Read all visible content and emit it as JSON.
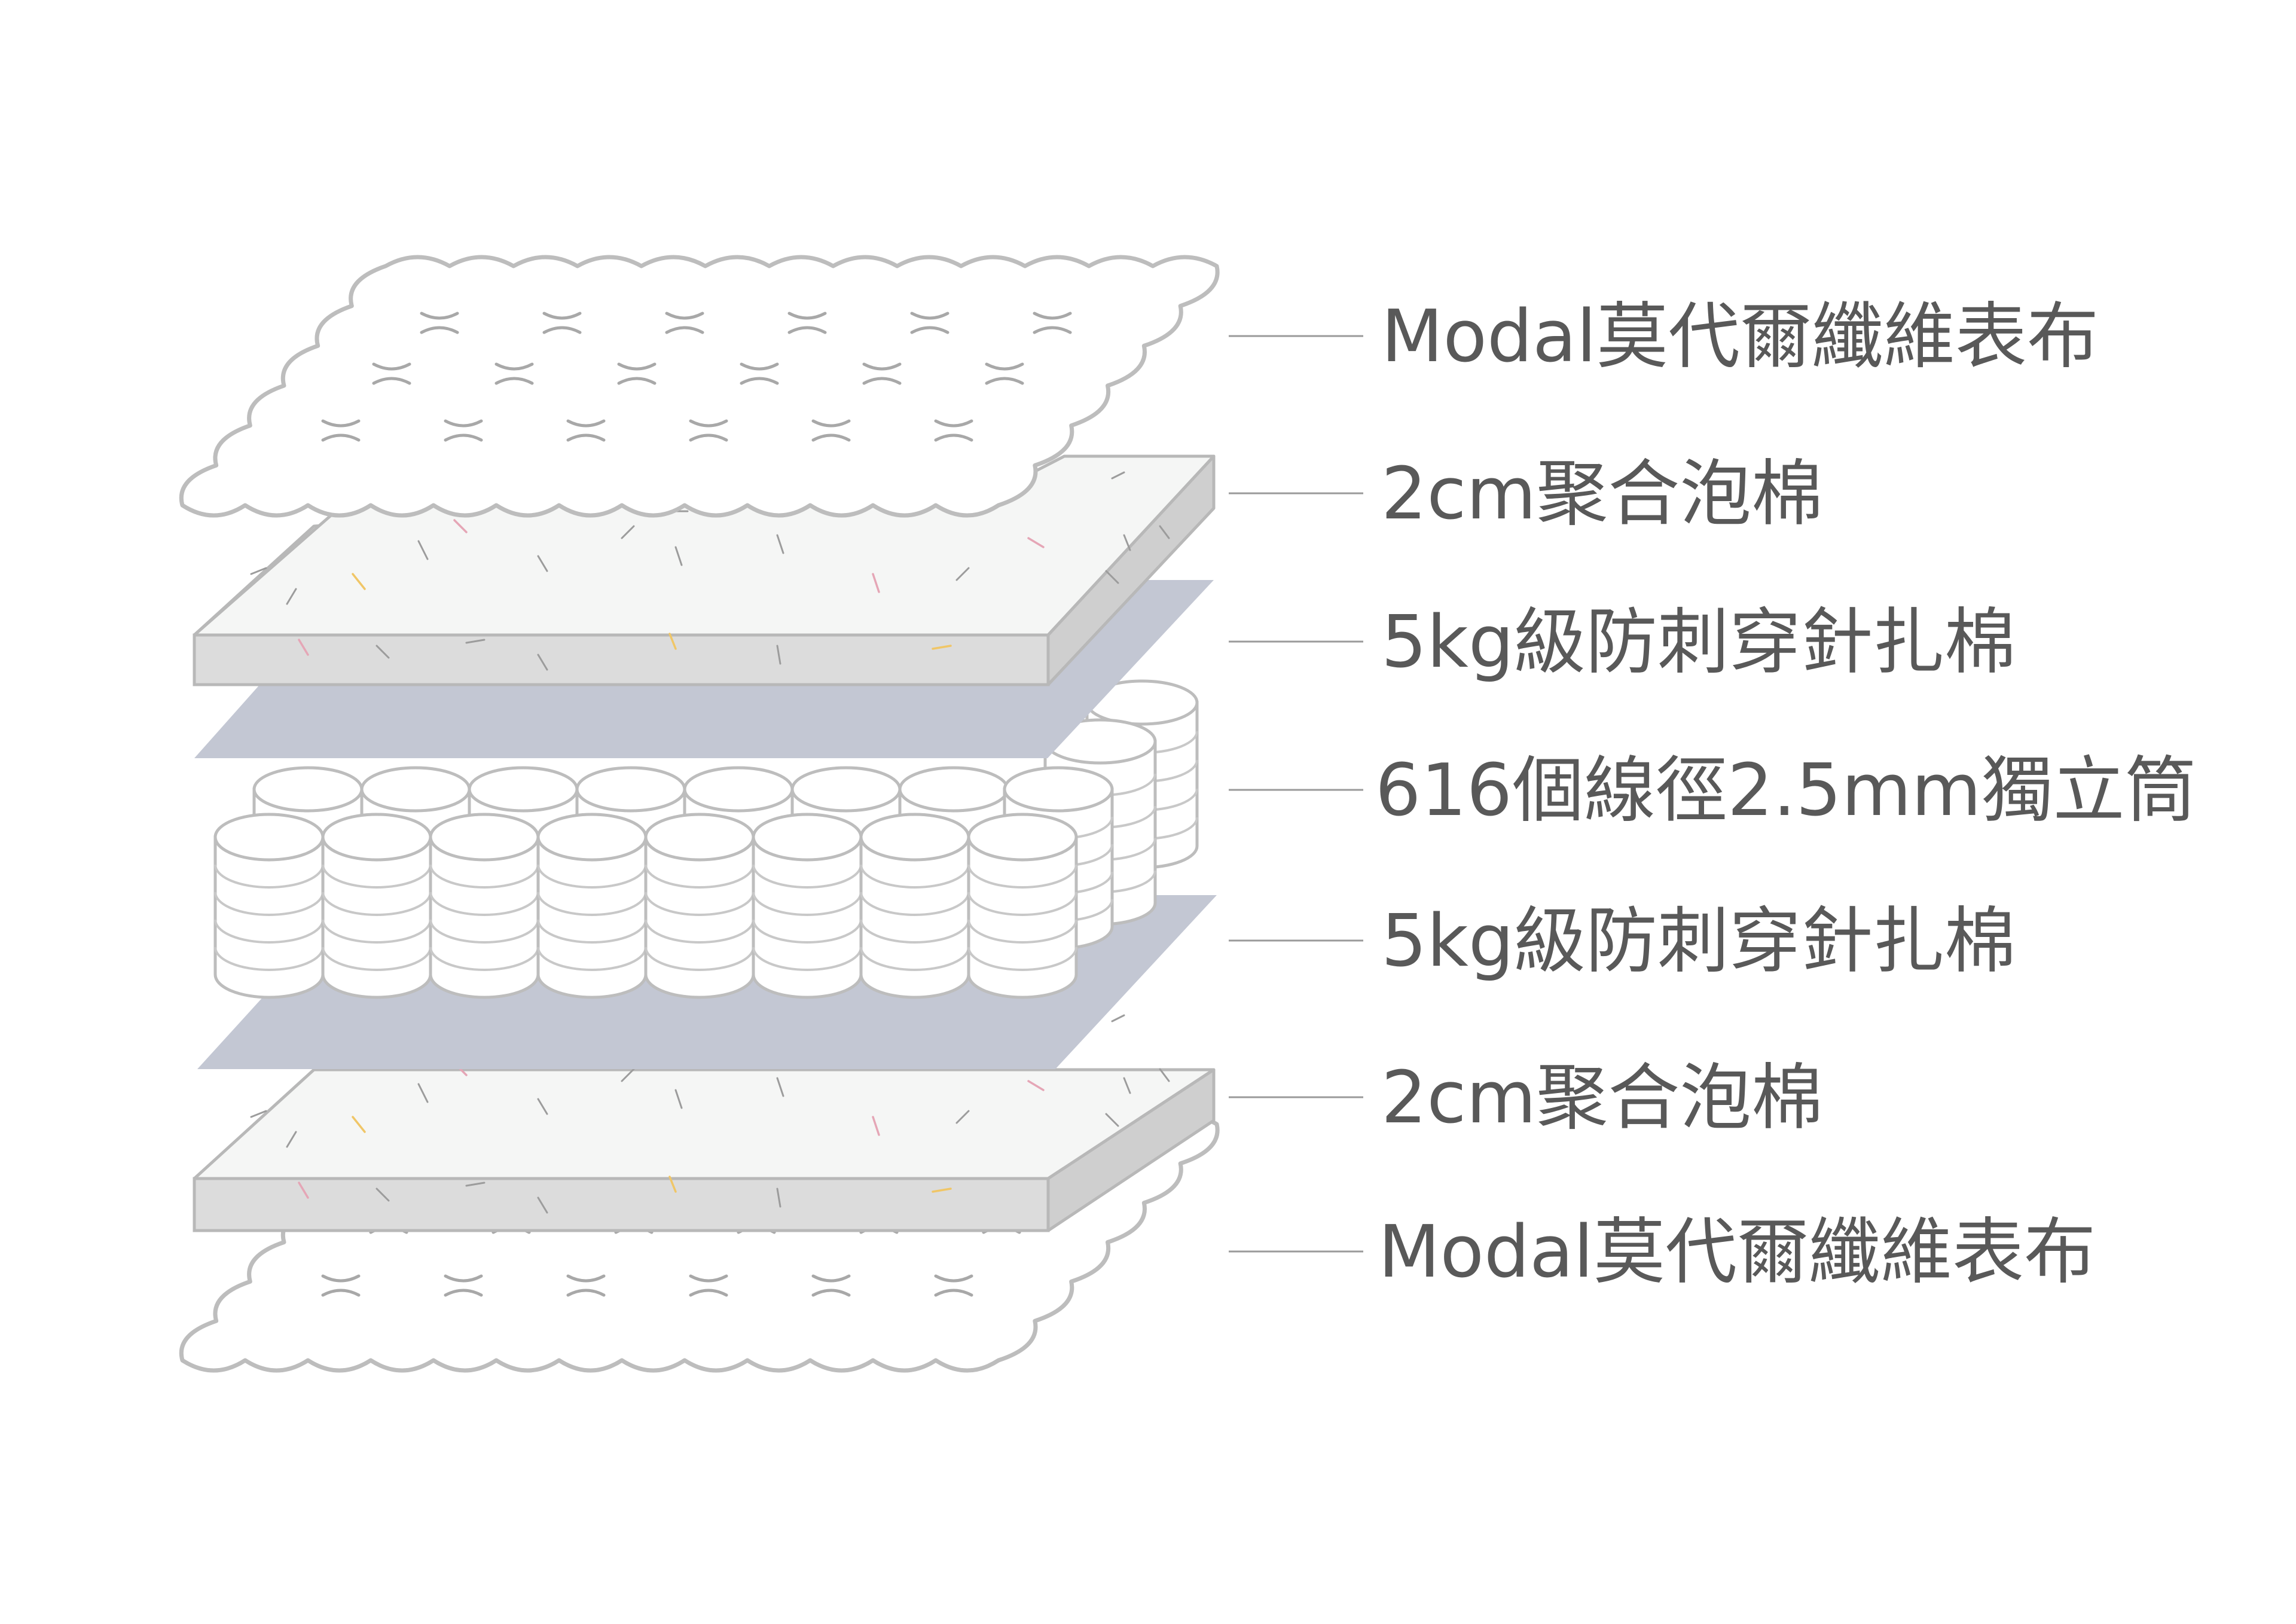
{
  "layers": [
    {
      "label": "Modal莫代爾纖維表布",
      "icon": "quilted-cover-icon"
    },
    {
      "label": "2cm聚合泡棉",
      "icon": "foam-slab-icon"
    },
    {
      "label": "5kg級防刺穿針扎棉",
      "icon": "needle-cotton-sheet-icon"
    },
    {
      "label": "616個線徑2.5mm獨立筒",
      "icon": "pocket-coil-icon"
    },
    {
      "label": "5kg級防刺穿針扎棉",
      "icon": "needle-cotton-sheet-icon"
    },
    {
      "label": "2cm聚合泡棉",
      "icon": "foam-slab-icon"
    },
    {
      "label": "Modal莫代爾纖維表布",
      "icon": "quilted-cover-icon"
    }
  ],
  "colors": {
    "label_text": "#595959",
    "needle_cotton": "#c3c7d3",
    "foam_top": "#f5f6f5",
    "foam_side": "#dcdcdc",
    "outline": "#bdbdbd",
    "fiber_pink": "#e5a6b6",
    "fiber_yellow": "#f0c667"
  }
}
